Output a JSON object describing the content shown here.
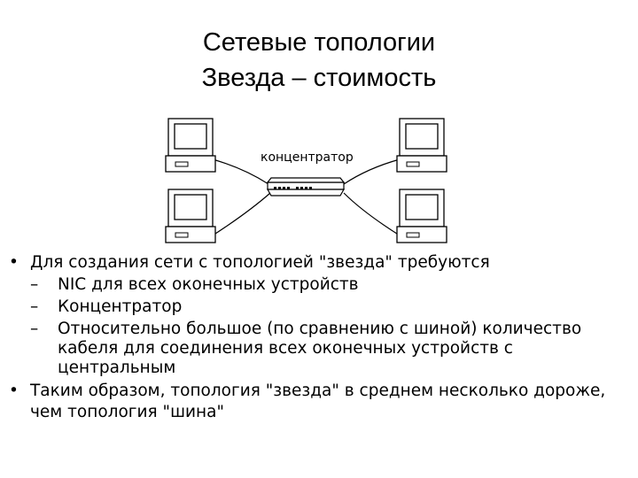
{
  "slide": {
    "title_line1": "Сетевые топологии",
    "title_line2": "Звезда – стоимость"
  },
  "diagram": {
    "hub_label": "концентратор",
    "computers": [
      "top-left",
      "bottom-left",
      "top-right",
      "bottom-right"
    ]
  },
  "bullets": [
    {
      "text": "Для создания сети с топологией \"звезда\" требуются",
      "sub": [
        "NIC для всех оконечных устройств",
        "Концентратор",
        "Относительно большое (по сравнению с шиной) количество кабеля для соединения всех оконечных устройств с центральным"
      ]
    },
    {
      "text": "Таким образом, топология \"звезда\" в среднем несколько дороже, чем топология \"шина\"",
      "sub": []
    }
  ],
  "bullet_mark": "•",
  "sub_mark": "–"
}
